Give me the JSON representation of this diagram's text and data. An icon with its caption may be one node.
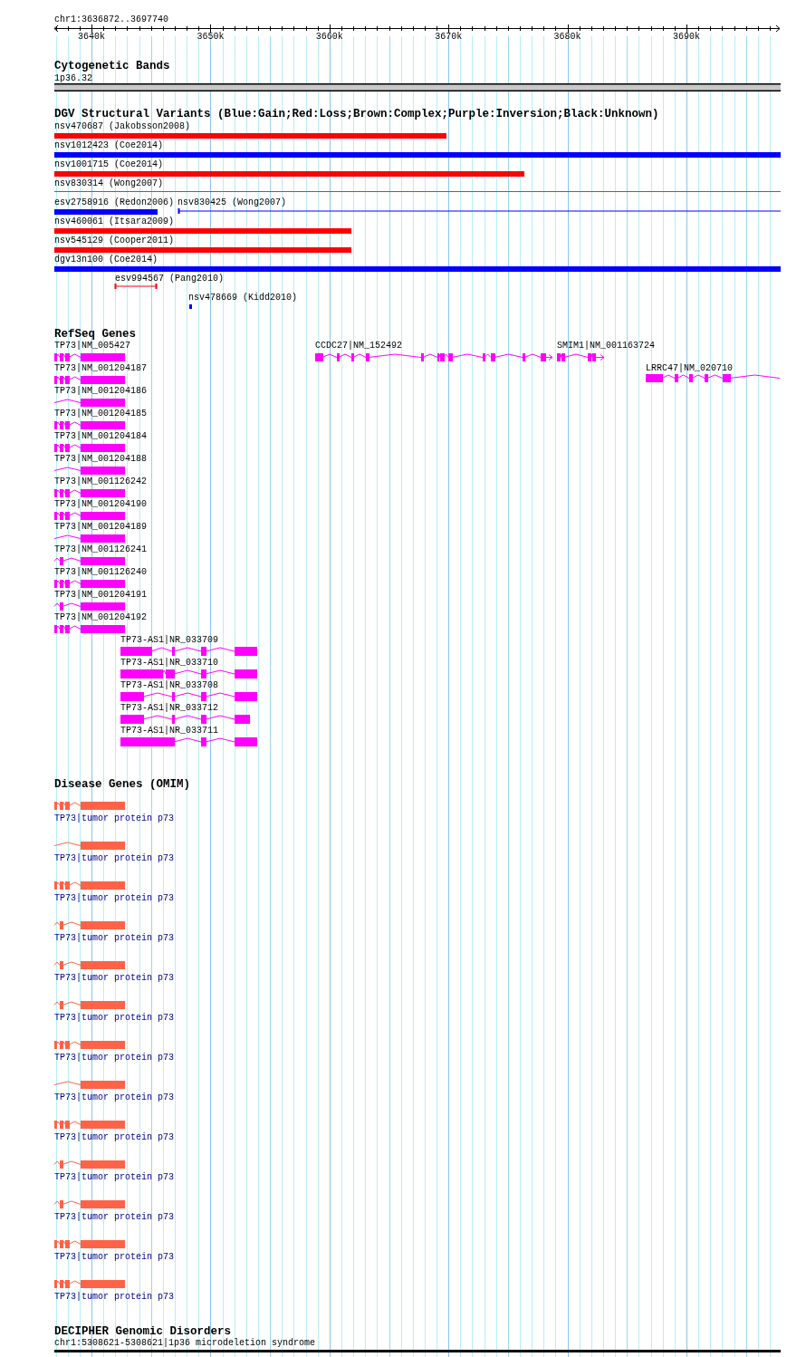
{
  "diagram": {
    "nodes": [
      {
        "text": [
          "1p36.32"
        ]
      },
      {
        "text": [
          "nsv470687 (Jakobsson2008)"
        ]
      },
      {
        "text": [
          "nsv1012423 (Coe2014)"
        ]
      },
      {
        "text": [
          "nsv1001715 (Coe2014)"
        ]
      },
      {
        "text": [
          "nsv830314 (Wong2007)"
        ]
      },
      {
        "text": [
          "esv2758916 (Redon2006)"
        ]
      },
      {
        "text": [
          "nsv830425 (Wong2007)"
        ]
      },
      {
        "text": [
          "nsv460061 (Itsara2009)"
        ]
      },
      {
        "text": [
          "nsv545129 (Cooper2011)"
        ]
      },
      {
        "text": [
          "dgv13n100 (Coe2014)"
        ]
      },
      {
        "text": [
          "esv994567 (Pang2010)"
        ]
      },
      {
        "text": [
          "nsv478669 (Kidd2010)"
        ]
      },
      {
        "text": [
          "TP73|NM_005427"
        ]
      },
      {
        "text": [
          "CCDC27|NM_152492"
        ]
      },
      {
        "text": [
          "SMIM1|NM_001163724"
        ]
      },
      {
        "text": [
          "TP73|NM_001204187"
        ]
      },
      {
        "text": [
          "LRRC47|NM_020710"
        ]
      },
      {
        "text": [
          "TP73|NM_001204186"
        ]
      },
      {
        "text": [
          "TP73|NM_001204185"
        ]
      },
      {
        "text": [
          "TP73|NM_001204184"
        ]
      },
      {
        "text": [
          "TP73|NM_001204188"
        ]
      },
      {
        "text": [
          "TP73|NM_001126242"
        ]
      },
      {
        "text": [
          "TP73|NM_001204190"
        ]
      },
      {
        "text": [
          "TP73|NM_001204189"
        ]
      },
      {
        "text": [
          "TP73|NM_001126241"
        ]
      },
      {
        "text": [
          "TP73|NM_001126240"
        ]
      },
      {
        "text": [
          "TP73|NM_001204191"
        ]
      },
      {
        "text": [
          "TP73|NM_001204192"
        ]
      },
      {
        "text": [
          "TP73-AS1|NR_033709"
        ]
      },
      {
        "text": [
          "TP73-AS1|NR_033710"
        ]
      },
      {
        "text": [
          "TP73-AS1|NR_033708"
        ]
      },
      {
        "text": [
          "TP73-AS1|NR_033712"
        ]
      },
      {
        "text": [
          "TP73-AS1|NR_033711"
        ]
      },
      {
        "text": [
          "TP73|tumor protein p73"
        ]
      },
      {
        "text": [
          "TP73|tumor protein p73"
        ]
      },
      {
        "text": [
          "TP73|tumor protein p73"
        ]
      },
      {
        "text": [
          "TP73|tumor protein p73"
        ]
      },
      {
        "text": [
          "TP73|tumor protein p73"
        ]
      },
      {
        "text": [
          "TP73|tumor protein p73"
        ]
      },
      {
        "text": [
          "TP73|tumor protein p73"
        ]
      },
      {
        "text": [
          "TP73|tumor protein p73"
        ]
      },
      {
        "text": [
          "TP73|tumor protein p73"
        ]
      },
      {
        "text": [
          "TP73|tumor protein p73"
        ]
      },
      {
        "text": [
          "TP73|tumor protein p73"
        ]
      },
      {
        "text": [
          "TP73|tumor protein p73"
        ]
      },
      {
        "text": [
          "TP73|tumor protein p73"
        ]
      },
      {
        "text": [
          "chr1:5308621-5308621|1p36 microdeletion syndrome"
        ]
      }
    ],
    "labels": [
      "chr1:3636872..3697740",
      "3640k",
      "3650k",
      "3660k",
      "3670k",
      "3680k",
      "3690k",
      "Cytogenetic Bands",
      "DGV Structural Variants (Blue:Gain;Red:Loss;Brown:Complex;Purple:Inversion;Black:Unknown)",
      "RefSeq Genes",
      "Disease Genes (OMIM)",
      "DECIPHER Genomic Disorders"
    ]
  }
}
